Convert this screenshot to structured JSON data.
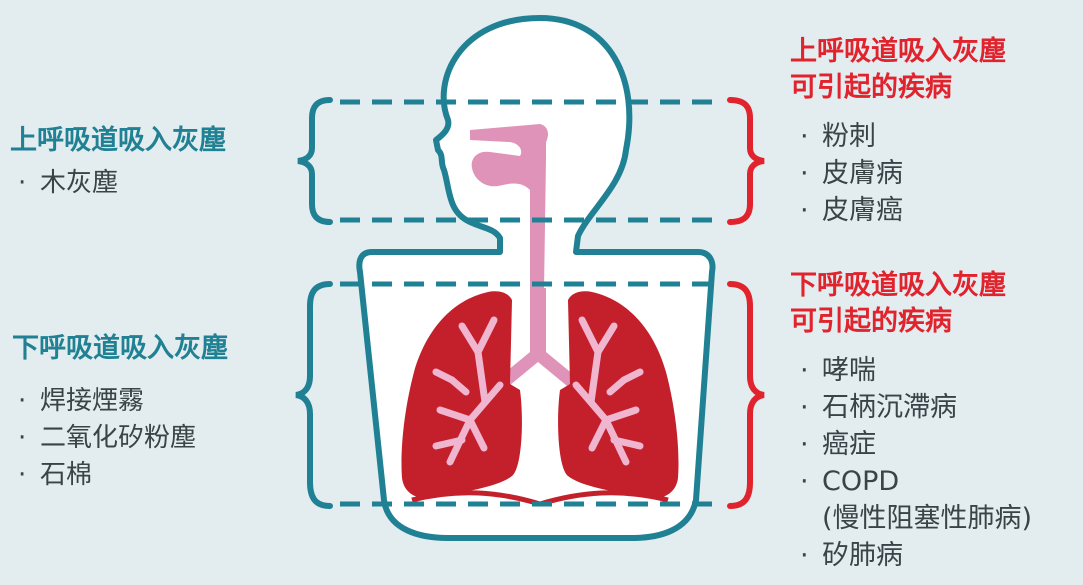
{
  "left_upper": {
    "title": "上呼吸道吸入灰塵",
    "items": [
      "木灰塵"
    ]
  },
  "left_lower": {
    "title": "下呼吸道吸入灰塵",
    "items": [
      "焊接煙霧",
      "二氧化矽粉塵",
      "石棉"
    ]
  },
  "right_upper": {
    "title_line1": "上呼吸道吸入灰塵",
    "title_line2": "可引起的疾病",
    "items": [
      "粉刺",
      "皮膚病",
      "皮膚癌"
    ]
  },
  "right_lower": {
    "title_line1": "下呼吸道吸入灰塵",
    "title_line2": "可引起的疾病",
    "items": [
      "哮喘",
      "石柄沉滯病",
      "癌症",
      "COPD",
      "(慢性阻塞性肺病)",
      "矽肺病"
    ]
  },
  "bullet_char": "·",
  "colors": {
    "background": "#e3ecef",
    "teal": "#1f8193",
    "red": "#e0232c",
    "lung": "#c4202c",
    "airway": "#df93b8",
    "body_fill": "#ffffff",
    "text": "#3a4347"
  }
}
